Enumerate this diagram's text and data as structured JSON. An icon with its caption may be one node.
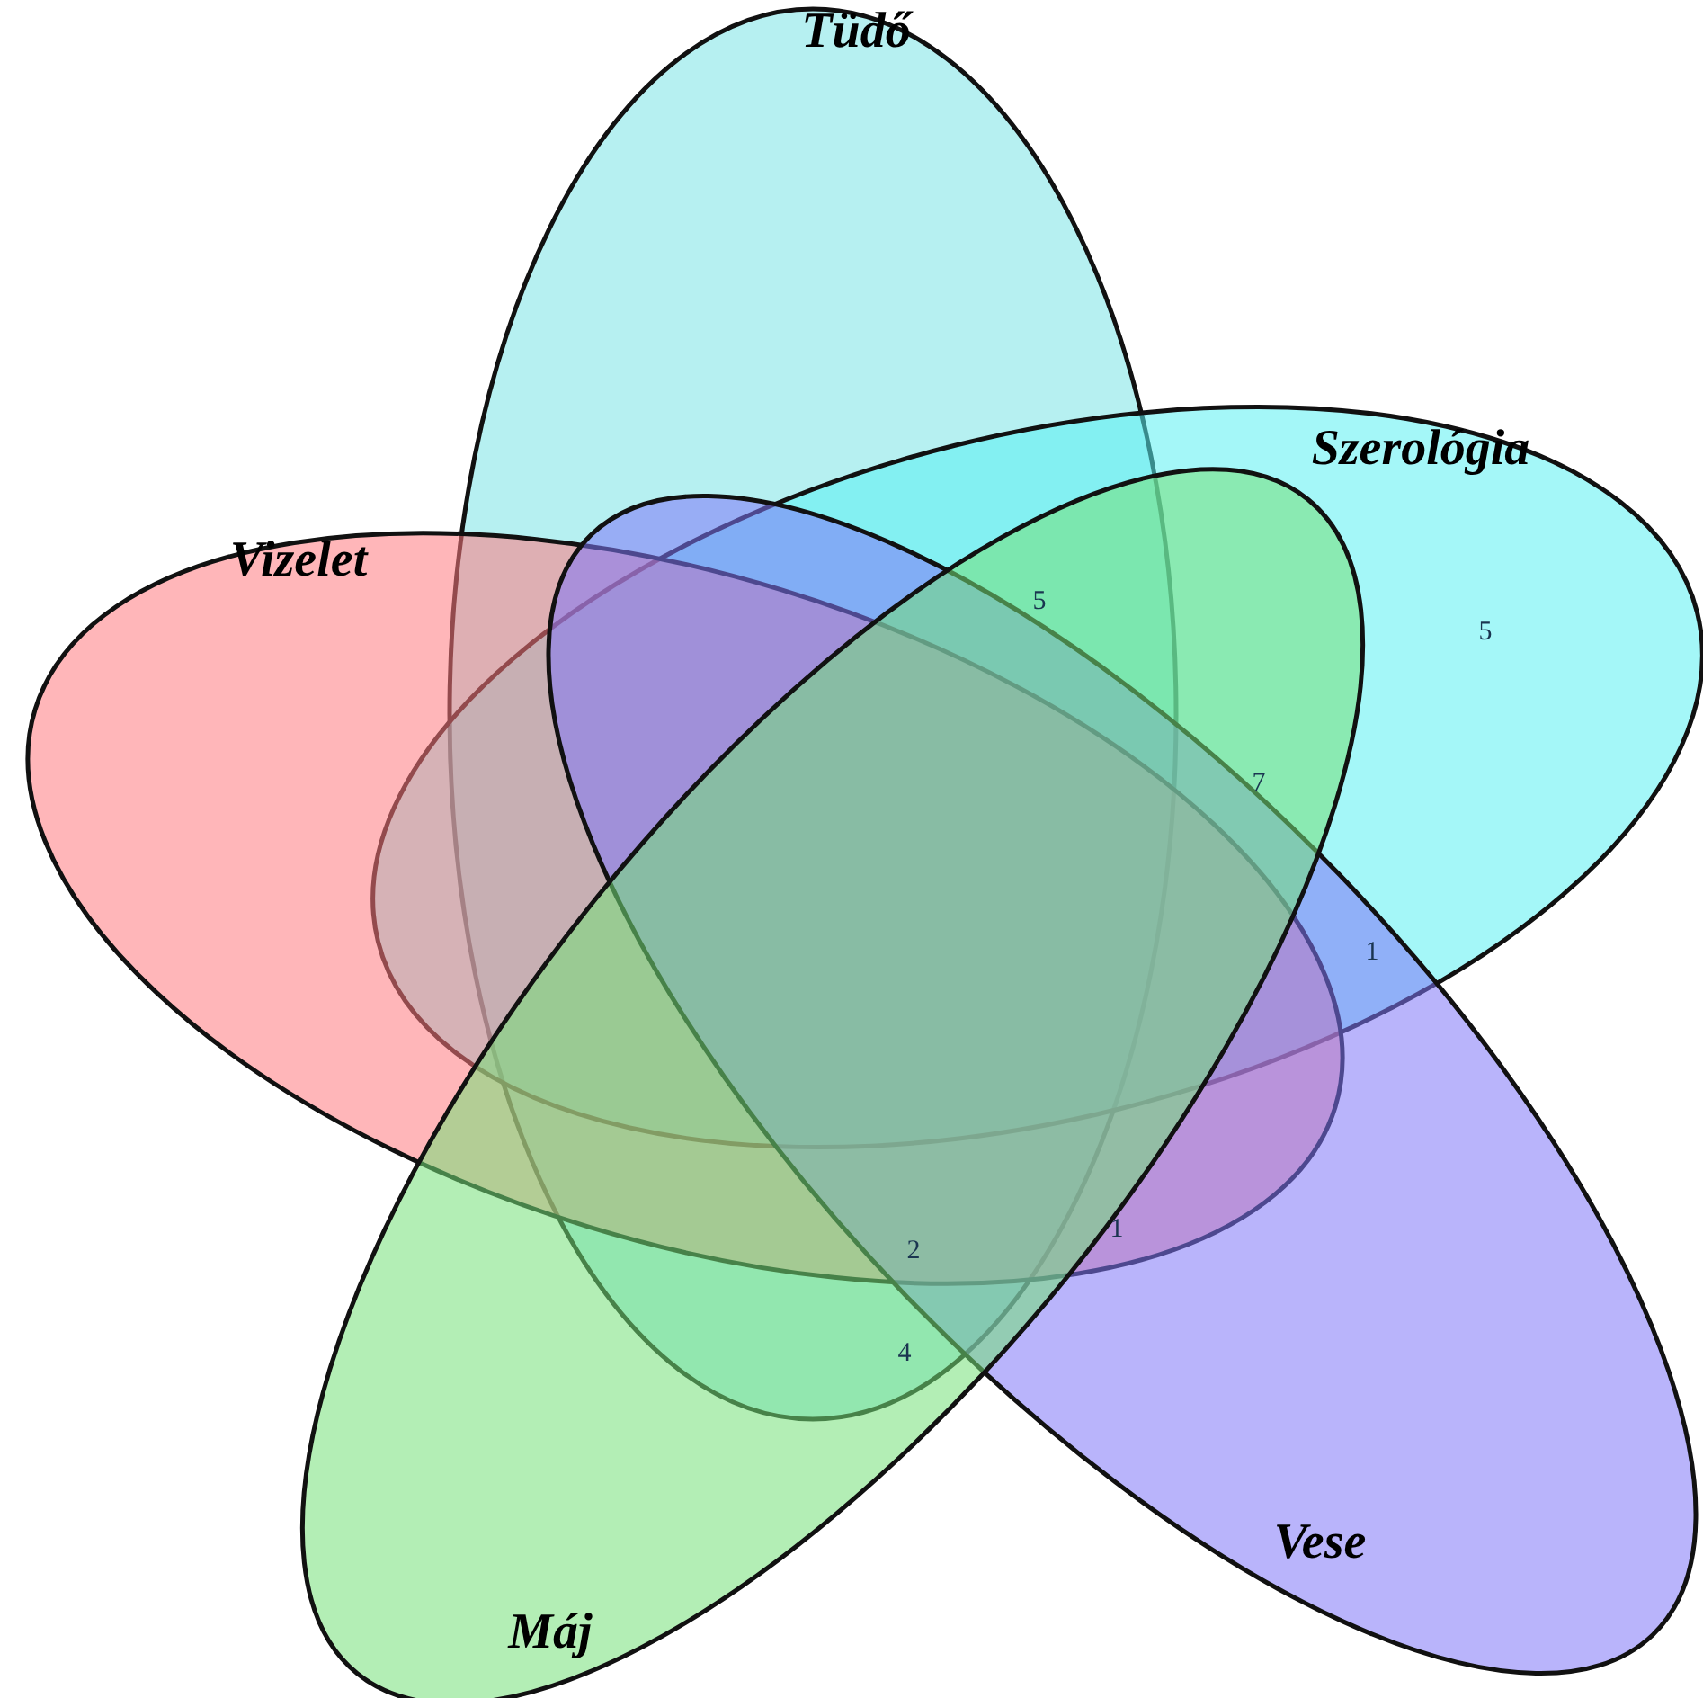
{
  "diagram": {
    "nodes": [
      {
        "text": [
          "Tüdő"
        ]
      },
      {
        "text": [
          "Szerológia"
        ]
      },
      {
        "text": [
          "Vizelet"
        ]
      },
      {
        "text": [
          "Vese"
        ]
      },
      {
        "text": [
          "Máj"
        ]
      }
    ],
    "labels": [
      "5",
      "5",
      "7",
      "1",
      "2",
      "1",
      "4"
    ]
  }
}
